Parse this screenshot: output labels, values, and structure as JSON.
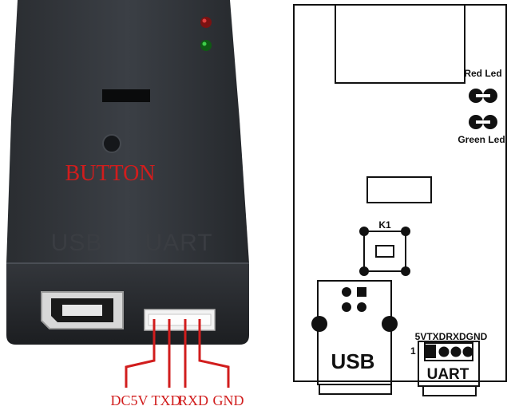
{
  "photo": {
    "button_label": "BUTTON",
    "usb_label": "USB",
    "uart_label": "UART",
    "pin_labels": [
      "DC5V",
      "TXD",
      "RXD",
      "GND"
    ]
  },
  "schematic": {
    "red_led_label": "Red Led",
    "green_led_label": "Green Led",
    "switch_label": "K1",
    "usb_label": "USB",
    "uart_label": "UART",
    "uart_pins_label": "5VTXDRXDGND",
    "pin_one_label": "1"
  },
  "colors": {
    "accent_red": "#d11d1d",
    "device_body": "#2f3237",
    "outline": "#111111"
  }
}
